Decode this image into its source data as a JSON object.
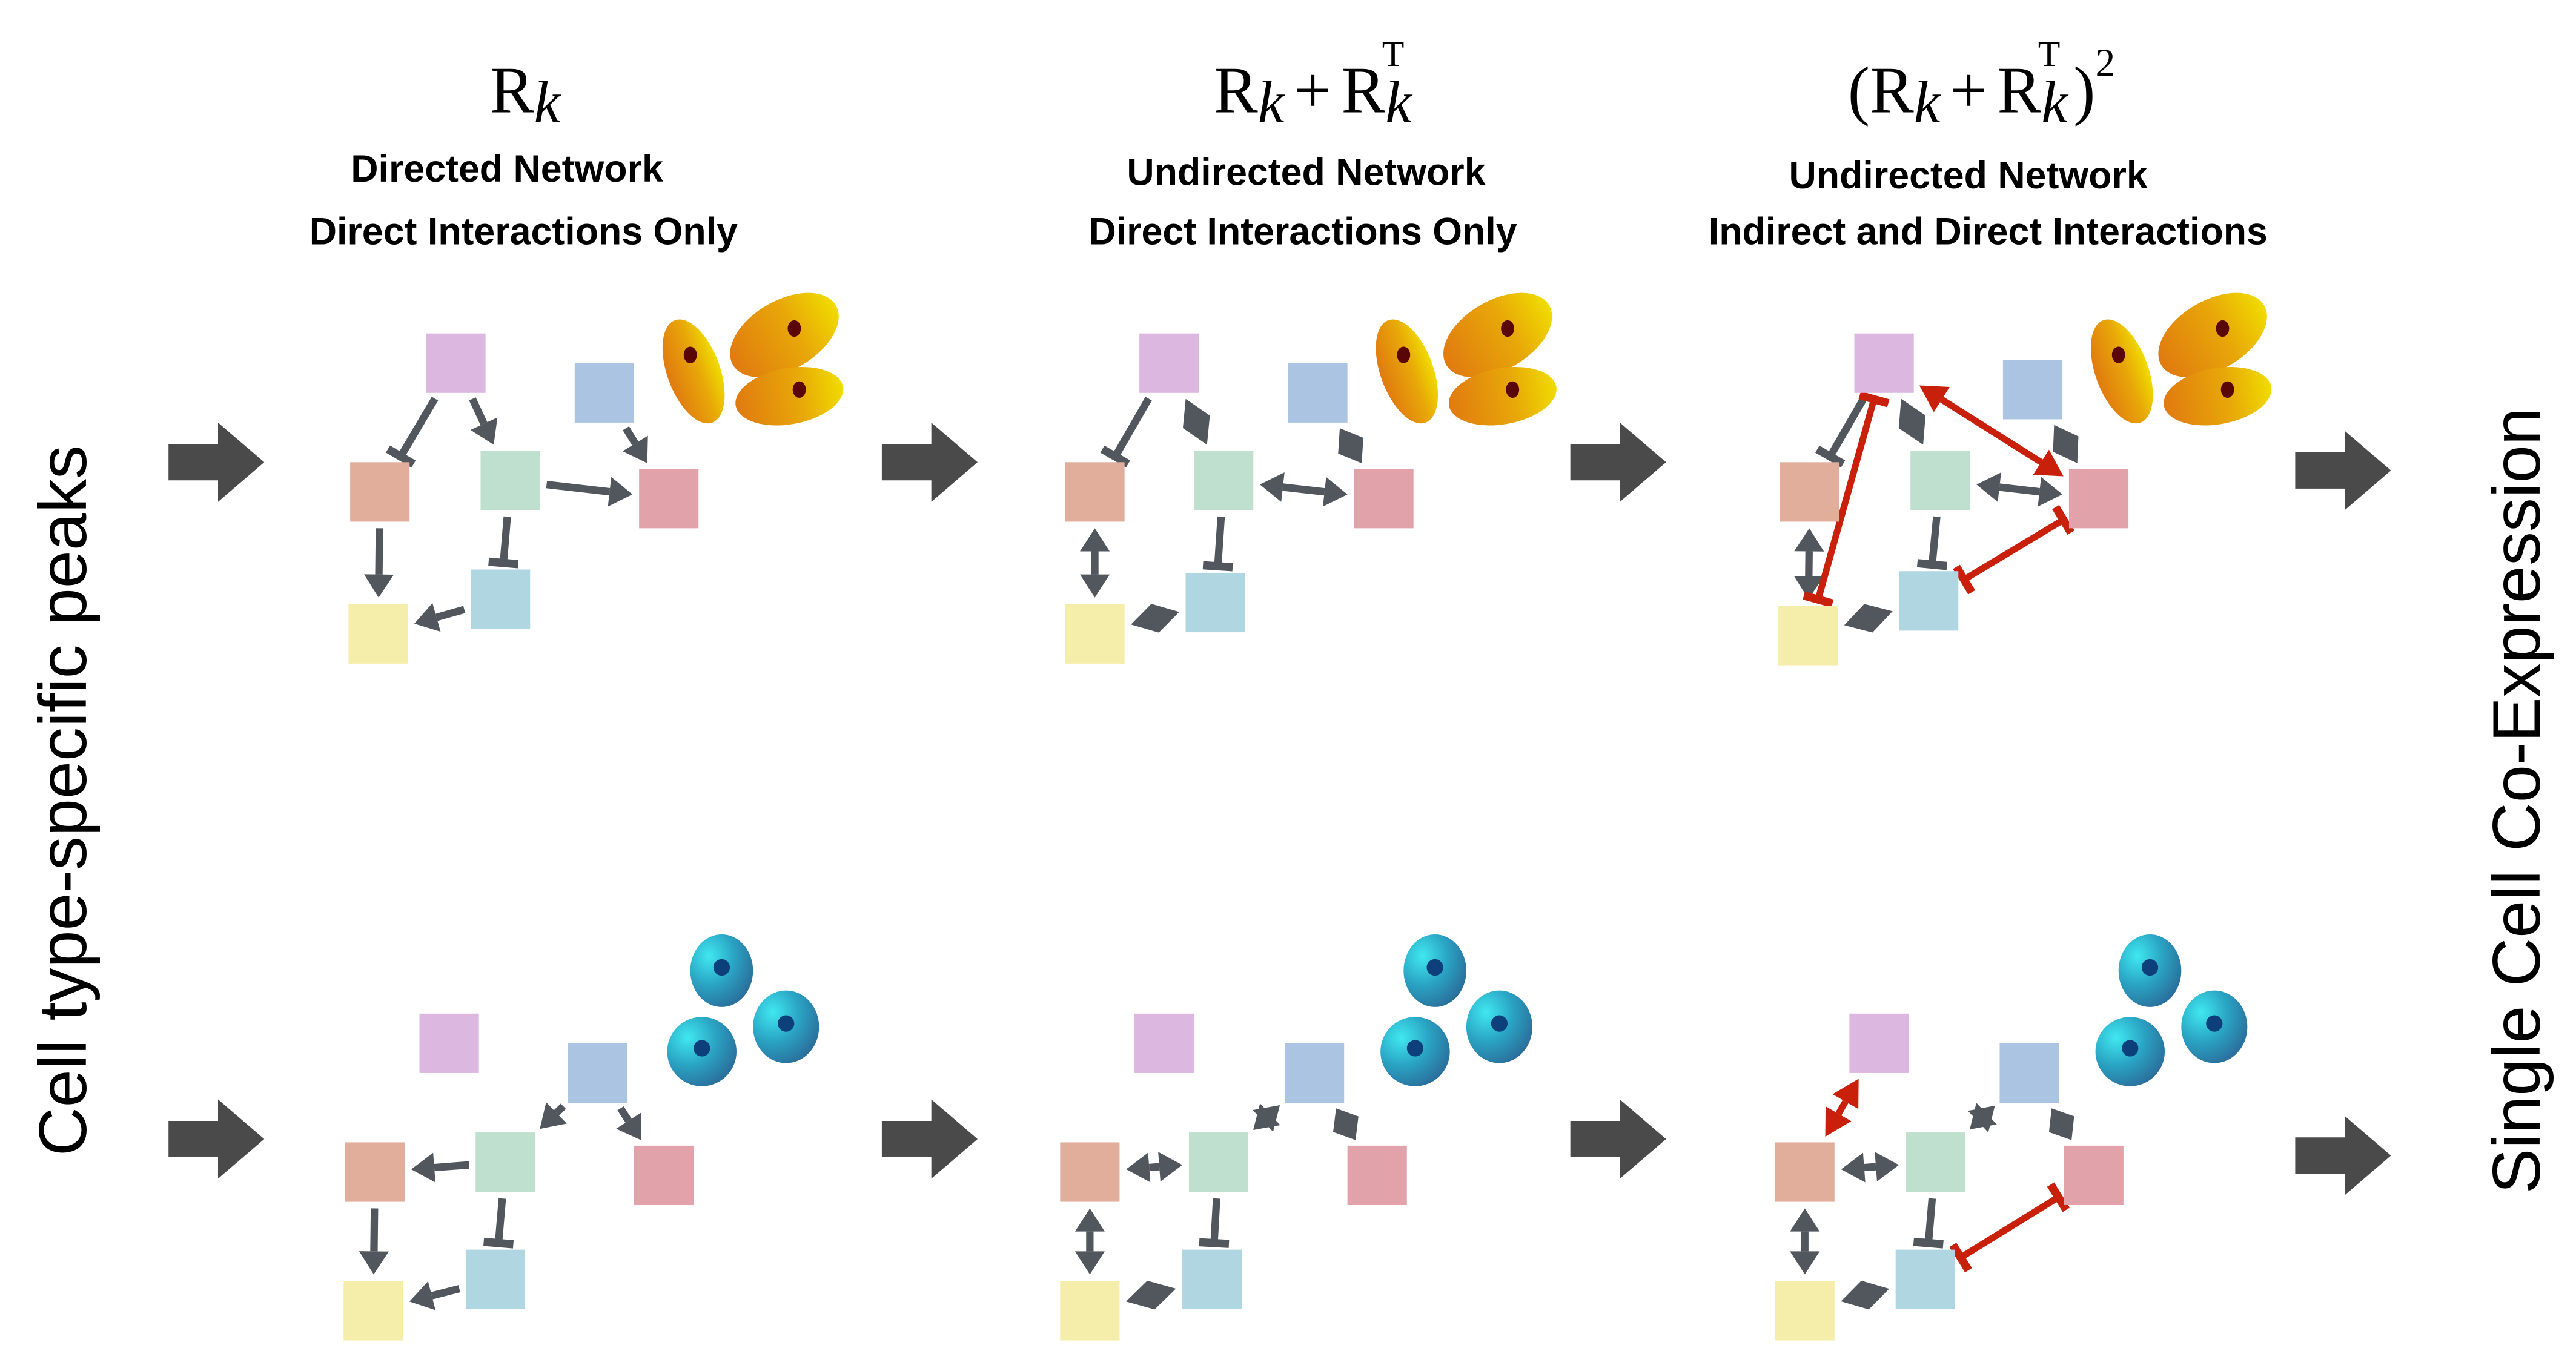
{
  "columns": [
    {
      "formula": {
        "base": "R",
        "sub": "k"
      },
      "line1": "Directed Network",
      "line2": "Direct Interactions Only"
    },
    {
      "formula": {
        "a": "R",
        "a_sub": "k",
        "plus": "+",
        "b": "R",
        "b_sub": "k",
        "b_sup": "T"
      },
      "line1": "Undirected Network",
      "line2": "Direct Interactions Only"
    },
    {
      "formula": {
        "open": "(R",
        "a_sub": "k",
        "plus": "+",
        "b": "R",
        "b_sub": "k",
        "b_sup": "T",
        "close": ")",
        "power": "2"
      },
      "line1": "Undirected Network",
      "line2": "Indirect and Direct Interactions"
    }
  ],
  "left_label": "Cell type-specific peaks",
  "right_label": "Single Cell Co-Expression",
  "colors": {
    "edge": "#52575e",
    "indirect_edge": "#c8200a",
    "flow_arrow": "#4a4a4a",
    "node_purple": "#dcb8e0",
    "node_blue": "#abc4e2",
    "node_salmon": "#e2ae9c",
    "node_green": "#c0e0cf",
    "node_pink": "#e2a2aa",
    "node_cyan": "#b0d7e1",
    "node_yellow": "#f5eeaa",
    "cell_type_1": "#e8a20a",
    "cell_type_2": "#2a9fc0"
  }
}
